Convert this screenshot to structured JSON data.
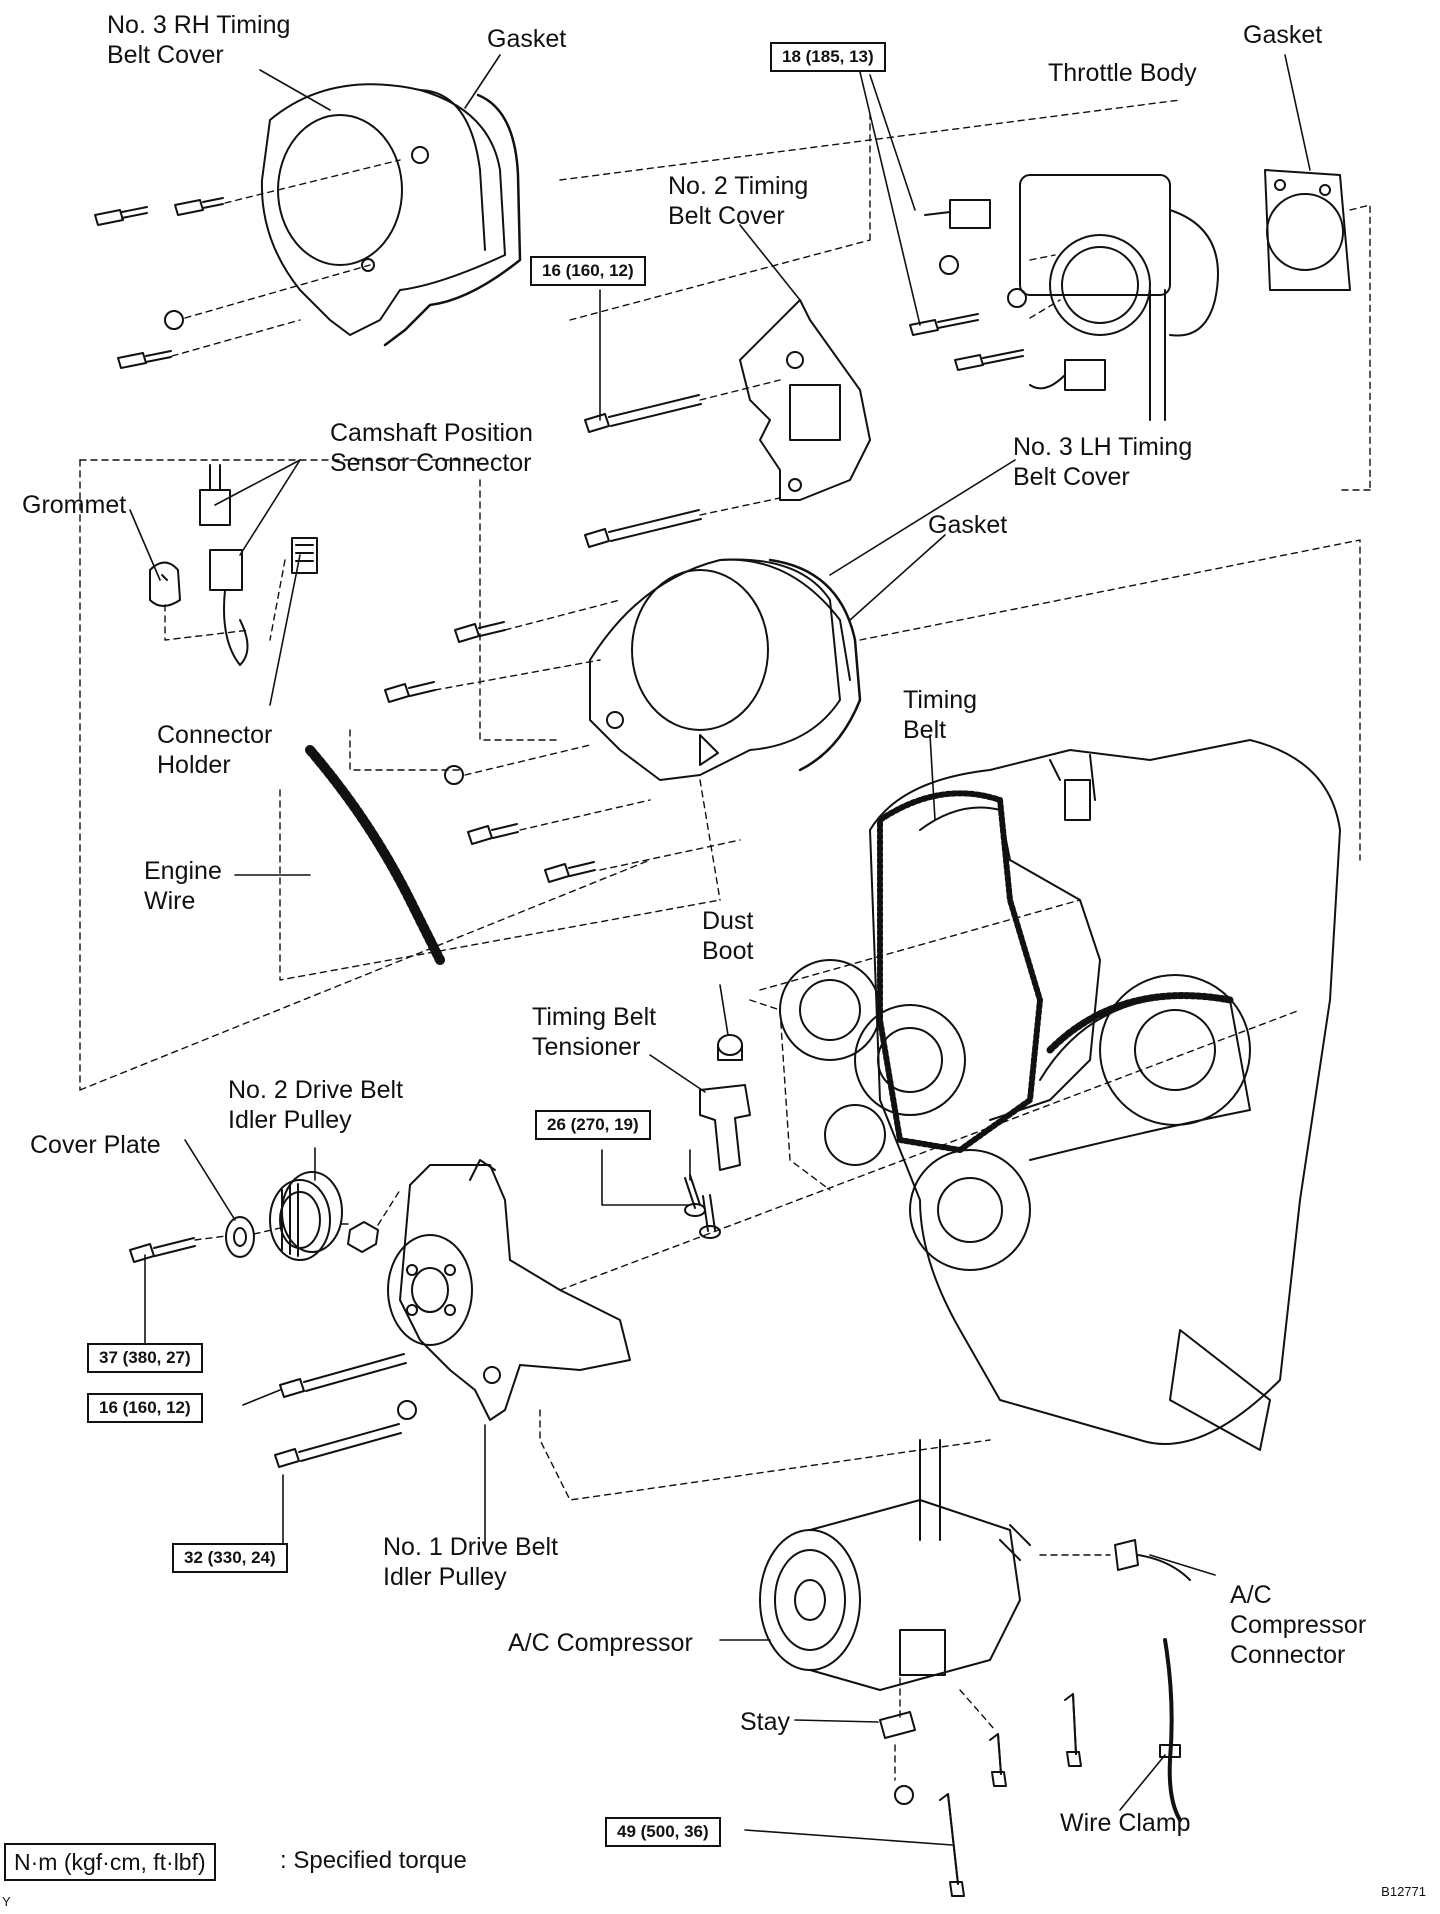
{
  "labels": {
    "rh_cover": [
      "No. 3 RH Timing",
      "Belt Cover"
    ],
    "gasket_top": "Gasket",
    "gasket_right": "Gasket",
    "throttle_body": "Throttle Body",
    "no2_cover": [
      "No. 2 Timing",
      "Belt Cover"
    ],
    "cam_sensor": [
      "Camshaft Position",
      "Sensor Connector"
    ],
    "grommet": "Grommet",
    "lh_cover": [
      "No. 3 LH Timing",
      "Belt Cover"
    ],
    "gasket_mid": "Gasket",
    "connector_holder": [
      "Connector",
      "Holder"
    ],
    "timing_belt": [
      "Timing",
      "Belt"
    ],
    "engine_wire": [
      "Engine",
      "Wire"
    ],
    "dust_boot": [
      "Dust",
      "Boot"
    ],
    "tensioner": [
      "Timing Belt",
      "Tensioner"
    ],
    "no2_idler": [
      "No. 2 Drive Belt",
      "Idler Pulley"
    ],
    "cover_plate": "Cover Plate",
    "no1_idler": [
      "No. 1 Drive Belt",
      "Idler Pulley"
    ],
    "ac_compressor": "A/C Compressor",
    "ac_connector": [
      "A/C",
      "Compressor",
      "Connector"
    ],
    "stay": "Stay",
    "wire_clamp": "Wire Clamp"
  },
  "torques": {
    "t_18_185_13": "18 (185, 13)",
    "t_16_160_12_a": "16 (160, 12)",
    "t_26_270_19": "26 (270, 19)",
    "t_37_380_27": "37 (380, 27)",
    "t_16_160_12_b": "16 (160, 12)",
    "t_32_330_24": "32 (330, 24)",
    "t_49_500_36": "49 (500, 36)"
  },
  "legend": {
    "unit_box": "N·m (kgf·cm, ft·lbf)",
    "text": ": Specified torque"
  },
  "figure_code": "B12771",
  "corner_mark": "Y"
}
